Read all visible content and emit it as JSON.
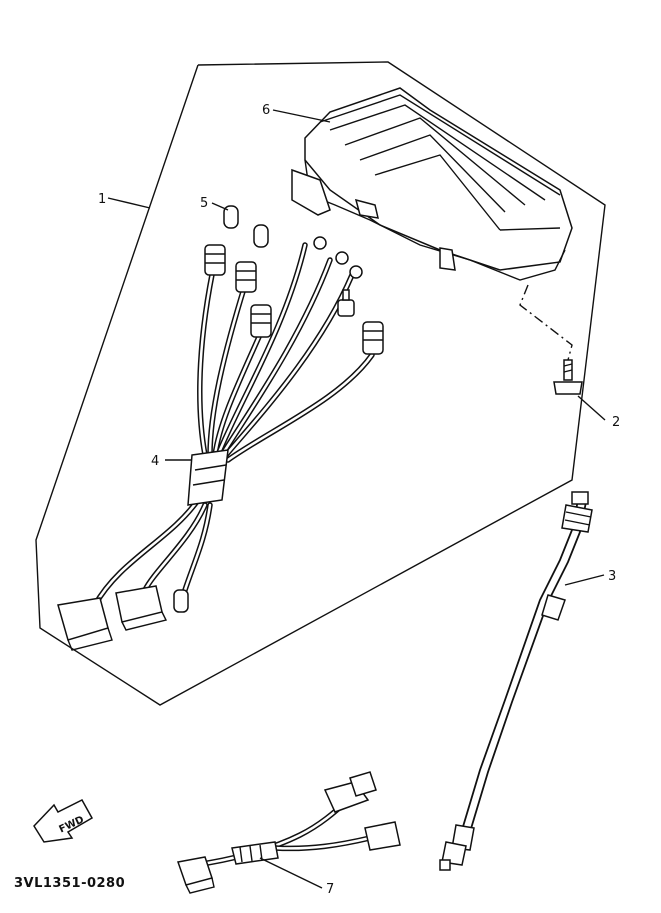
{
  "callouts": {
    "c1": "1",
    "c2": "2",
    "c3": "3",
    "c4": "4",
    "c5": "5",
    "c6": "6",
    "c7": "7"
  },
  "drawing_code": "3VL1351-0280",
  "direction_arrow": {
    "label": "FWD",
    "icon": "fwd-arrow-icon"
  }
}
